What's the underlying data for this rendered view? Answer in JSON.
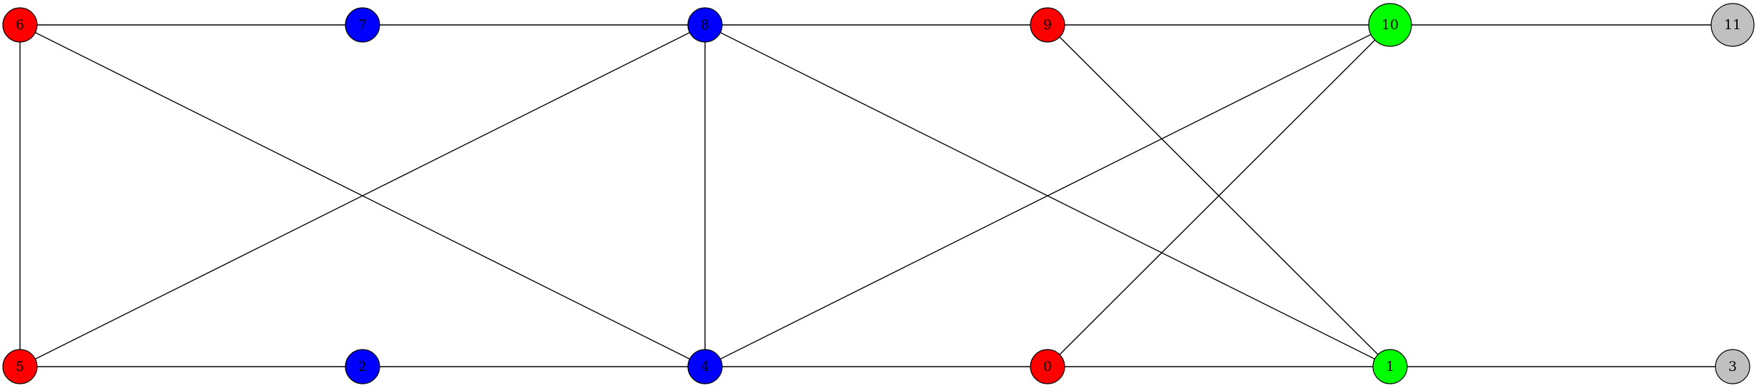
{
  "graph": {
    "colors": {
      "red": "#ff0000",
      "blue": "#0000ff",
      "green": "#00ff00",
      "gray": "#c0c0c0"
    },
    "nodes": [
      {
        "id": "6",
        "label": "6",
        "color": "red"
      },
      {
        "id": "7",
        "label": "7",
        "color": "blue"
      },
      {
        "id": "8",
        "label": "8",
        "color": "blue"
      },
      {
        "id": "9",
        "label": "9",
        "color": "red"
      },
      {
        "id": "10",
        "label": "10",
        "color": "green"
      },
      {
        "id": "11",
        "label": "11",
        "color": "gray"
      },
      {
        "id": "5",
        "label": "5",
        "color": "red"
      },
      {
        "id": "2",
        "label": "2",
        "color": "blue"
      },
      {
        "id": "4",
        "label": "4",
        "color": "blue"
      },
      {
        "id": "0",
        "label": "0",
        "color": "red"
      },
      {
        "id": "1",
        "label": "1",
        "color": "green"
      },
      {
        "id": "3",
        "label": "3",
        "color": "gray"
      }
    ],
    "edges": [
      [
        "6",
        "7"
      ],
      [
        "7",
        "8"
      ],
      [
        "8",
        "9"
      ],
      [
        "9",
        "10"
      ],
      [
        "10",
        "11"
      ],
      [
        "5",
        "2"
      ],
      [
        "2",
        "4"
      ],
      [
        "4",
        "0"
      ],
      [
        "0",
        "1"
      ],
      [
        "1",
        "3"
      ],
      [
        "6",
        "5"
      ],
      [
        "6",
        "4"
      ],
      [
        "8",
        "5"
      ],
      [
        "8",
        "4"
      ],
      [
        "8",
        "1"
      ],
      [
        "9",
        "1"
      ],
      [
        "10",
        "4"
      ],
      [
        "10",
        "0"
      ]
    ]
  }
}
